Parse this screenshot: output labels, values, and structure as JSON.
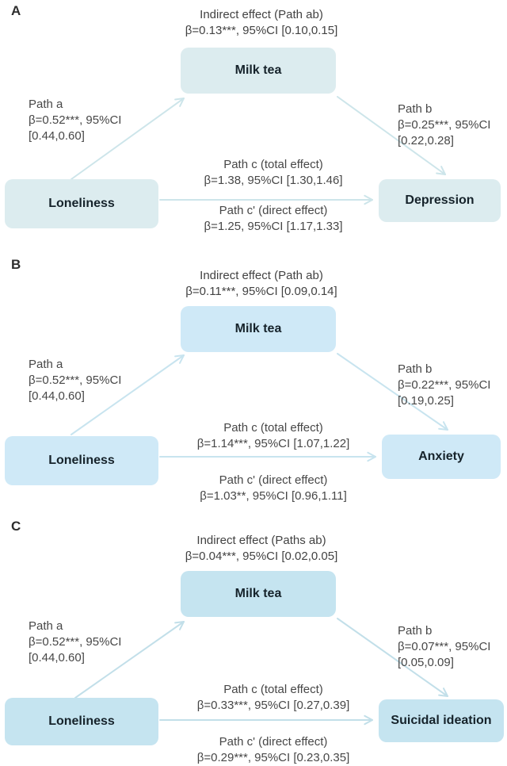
{
  "figure": {
    "description_colors": {
      "background": "#ffffff",
      "box_text": "#16232b",
      "path_text": "#474747"
    }
  },
  "panels": [
    {
      "label": "A",
      "indirect": [
        "Indirect effect (Path ab)",
        "β=0.13***, 95%CI [0.10,0.15]"
      ],
      "path_a": [
        "Path a",
        "β=0.52***, 95%CI",
        "[0.44,0.60]"
      ],
      "path_b": [
        "Path b",
        "β=0.25***, 95%CI",
        "[0.22,0.28]"
      ],
      "path_c": [
        "Path c (total effect)",
        "β=1.38, 95%CI [1.30,1.46]"
      ],
      "path_c_prime": [
        "Path c' (direct effect)",
        "β=1.25, 95%CI [1.17,1.33]"
      ],
      "predictor": "Loneliness",
      "mediator": "Milk tea",
      "outcome": "Depression",
      "box_color": "#dcecef",
      "arrow_color": "#cde5ea"
    },
    {
      "label": "B",
      "indirect": [
        "Indirect effect (Path ab)",
        "β=0.11***, 95%CI [0.09,0.14]"
      ],
      "path_a": [
        "Path a",
        "β=0.52***, 95%CI",
        "[0.44,0.60]"
      ],
      "path_b": [
        "Path b",
        "β=0.22***, 95%CI",
        "[0.19,0.25]"
      ],
      "path_c": [
        "Path c (total effect)",
        "β=1.14***, 95%CI [1.07,1.22]"
      ],
      "path_c_prime": [
        "Path c' (direct effect)",
        "β=1.03**, 95%CI [0.96,1.11]"
      ],
      "predictor": "Loneliness",
      "mediator": "Milk tea",
      "outcome": "Anxiety",
      "box_color": "#cfe9f7",
      "arrow_color": "#c8e4ef"
    },
    {
      "label": "C",
      "indirect": [
        "Indirect effect (Paths ab)",
        "β=0.04***, 95%CI [0.02,0.05]"
      ],
      "path_a": [
        "Path a",
        "β=0.52***, 95%CI",
        "[0.44,0.60]"
      ],
      "path_b": [
        "Path b",
        "β=0.07***, 95%CI",
        "[0.05,0.09]"
      ],
      "path_c": [
        "Path c (total effect)",
        "β=0.33***, 95%CI [0.27,0.39]"
      ],
      "path_c_prime": [
        "Path c' (direct effect)",
        "β=0.29***, 95%CI [0.23,0.35]"
      ],
      "predictor": "Loneliness",
      "mediator": "Milk tea",
      "outcome": "Suicidal ideation",
      "box_color": "#c5e4f0",
      "arrow_color": "#c2dfe9"
    }
  ]
}
